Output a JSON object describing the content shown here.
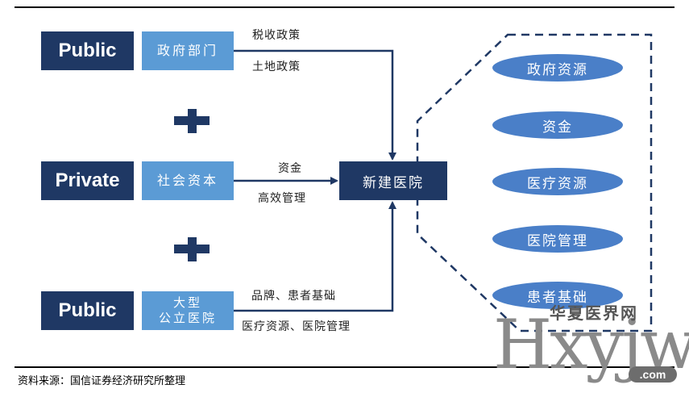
{
  "rows": [
    {
      "sector": "Public",
      "entity": "政府部门",
      "labels": [
        "税收政策",
        "土地政策"
      ]
    },
    {
      "sector": "Private",
      "entity": "社会资本",
      "labels": [
        "资金",
        "高效管理"
      ]
    },
    {
      "sector": "Public",
      "entity": "大型\n公立医院",
      "labels": [
        "品牌、患者基础",
        "医疗资源、医院管理"
      ]
    }
  ],
  "center": "新建医院",
  "resources": [
    "政府资源",
    "资金",
    "医疗资源",
    "医院管理",
    "患者基础"
  ],
  "source": "资料来源：国信证券经济研究所整理",
  "watermark": {
    "cn": "华夏医界网",
    "big": "Hxyjw",
    "com": ".com"
  },
  "colors": {
    "dark": "#1f3864",
    "light": "#5b9bd5",
    "ellipse": "#4a7fc8"
  }
}
